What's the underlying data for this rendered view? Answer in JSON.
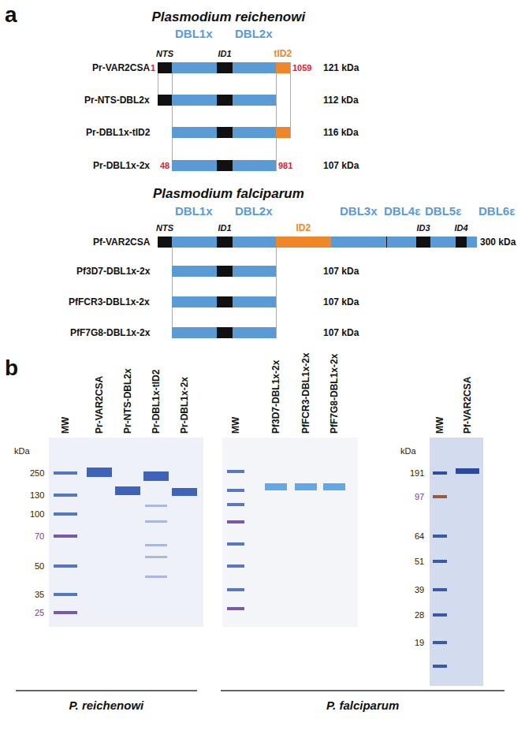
{
  "diagram": {
    "labels": [
      "a",
      "Plasmodium reichenowi",
      "DBL1x",
      "DBL2x",
      "NTS",
      "ID1",
      "tID2",
      "Pr-VAR2CSA",
      "1",
      "1059",
      "121 kDa",
      "Pr-NTS-DBL2x",
      "112 kDa",
      "Pr-DBL1x-tID2",
      "116 kDa",
      "Pr-DBL1x-2x",
      "48",
      "981",
      "107 kDa",
      "Plasmodium falciparum",
      "DBL1x",
      "DBL2x",
      "DBL3x",
      "DBL4ε",
      "DBL5ε",
      "DBL6ε",
      "NTS",
      "ID1",
      "ID2",
      "ID3",
      "ID4",
      "Pf-VAR2CSA",
      "300 kDa",
      "Pf3D7-DBL1x-2x",
      "107 kDa",
      "PfFCR3-DBL1x-2x",
      "107 kDa",
      "PfF7G8-DBL1x-2x",
      "107 kDa",
      "b",
      "MW",
      "Pr-VAR2CSA",
      "Pr-NTS-DBL2x",
      "Pr-DBL1x-tID2",
      "Pr-DBL1x-2x",
      "kDa",
      "250",
      "130",
      "100",
      "70",
      "50",
      "35",
      "25",
      "MW",
      "Pf3D7-DBL1x-2x",
      "PfFCR3-DBL1x-2x",
      "PfF7G8-DBL1x-2x",
      "kDa",
      "MW",
      "Pf-VAR2CSA",
      "191",
      "97",
      "64",
      "51",
      "39",
      "28",
      "19",
      "P. reichenowi",
      "P. falciparum"
    ]
  }
}
